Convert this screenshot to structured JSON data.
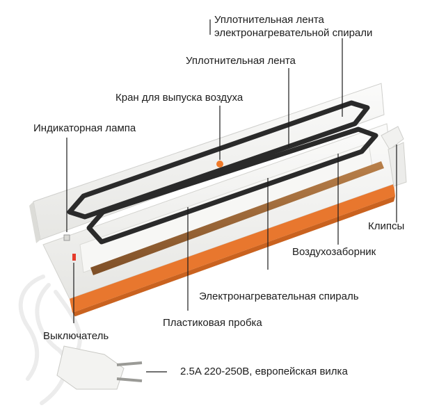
{
  "diagram": {
    "labels": {
      "sealing_tape_heater_line1": "Уплотнительная лента",
      "sealing_tape_heater_line2": "электронагревательной спирали",
      "sealing_tape": "Уплотнительная лента",
      "air_release_valve": "Кран для выпуска воздуха",
      "indicator_lamp": "Индикаторная лампа",
      "clips": "Клипсы",
      "air_intake": "Воздухозаборник",
      "heating_coil": "Электронагревательная спираль",
      "plastic_plug": "Пластиковая пробка",
      "switch": "Выключатель",
      "plug_spec": "2.5A 220-250В, европейская вилка"
    },
    "colors": {
      "body": "#f4f4f2",
      "orange_stripe": "#e8772e",
      "gasket": "#2a2a2a",
      "heating_strip": "#a0693a",
      "valve": "#f07a2a",
      "leader": "#1a1a1a"
    }
  }
}
